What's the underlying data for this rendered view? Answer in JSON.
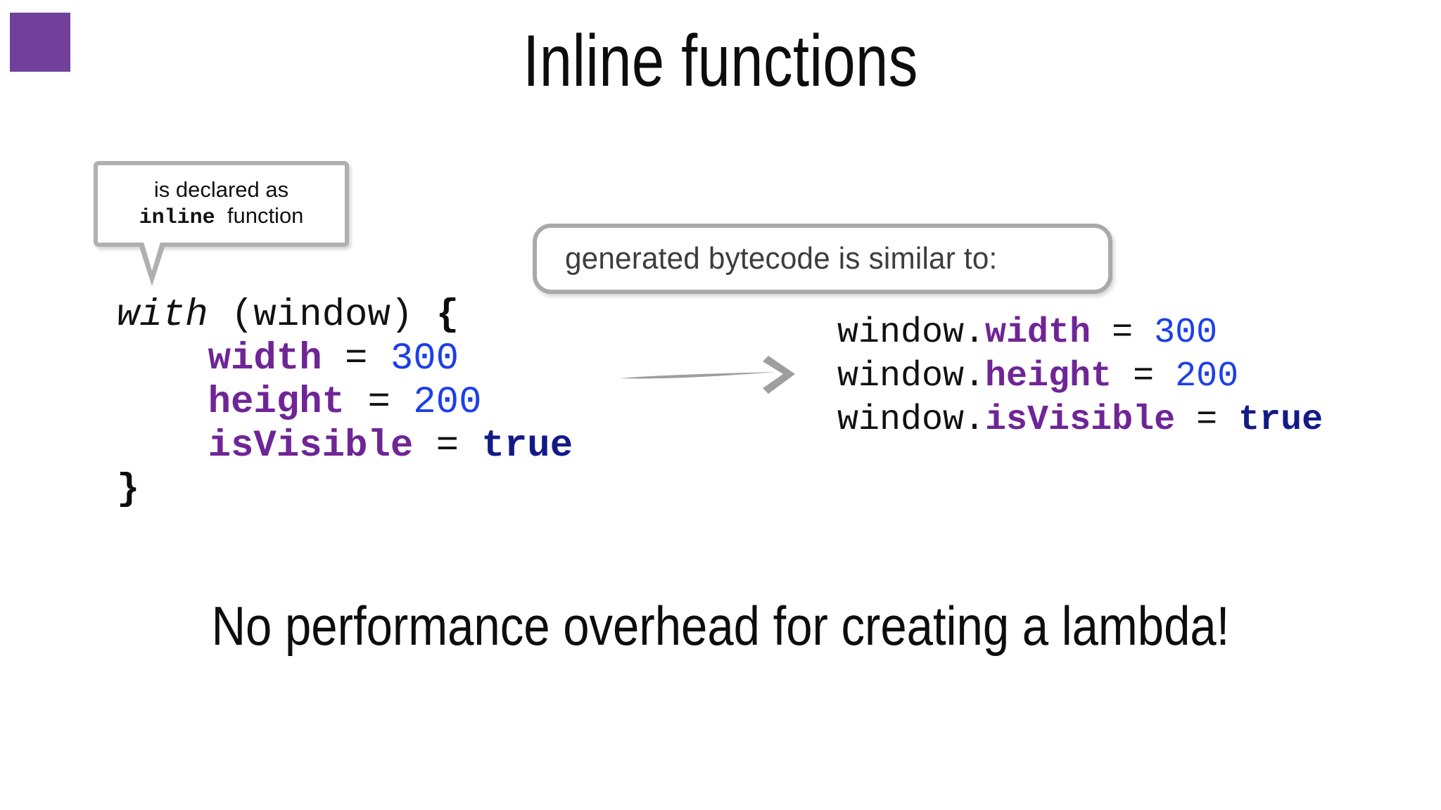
{
  "slide": {
    "title": "Inline functions",
    "caption": "No performance overhead for creating a lambda!",
    "brand_color": "#70409b",
    "background_color": "#ffffff"
  },
  "callouts": {
    "declared": {
      "line1": "is declared as",
      "keyword": "inline",
      "line2_suffix": "function",
      "border_color": "#b0b0b0"
    },
    "bytecode": {
      "text": "generated bytecode is similar to:",
      "border_color": "#a9a9a9",
      "text_color": "#3d3d3d"
    }
  },
  "code_left": {
    "line1": {
      "keyword": "with",
      "receiver": " (window) ",
      "open_brace": "{"
    },
    "line2": {
      "indent": "    ",
      "prop": "width",
      "op": " = ",
      "value": "300"
    },
    "line3": {
      "indent": "    ",
      "prop": "height",
      "op": " = ",
      "value": "200"
    },
    "line4": {
      "indent": "    ",
      "prop": "isVisible",
      "op": " = ",
      "value": "true"
    },
    "line5": {
      "close_brace": "}"
    }
  },
  "code_right": {
    "line1": {
      "receiver": "window.",
      "prop": "width",
      "op": " = ",
      "value": "300"
    },
    "line2": {
      "receiver": "window.",
      "prop": "height",
      "op": " = ",
      "value": "200"
    },
    "line3": {
      "receiver": "window.",
      "prop": "isVisible",
      "op": " = ",
      "value": "true"
    }
  },
  "arrow": {
    "name": "transforms-to-arrow",
    "color": "#9e9e9e"
  },
  "syntax_colors": {
    "property": "#6f2596",
    "number": "#1d3fe8",
    "boolean": "#131a87",
    "plain": "#111111"
  }
}
